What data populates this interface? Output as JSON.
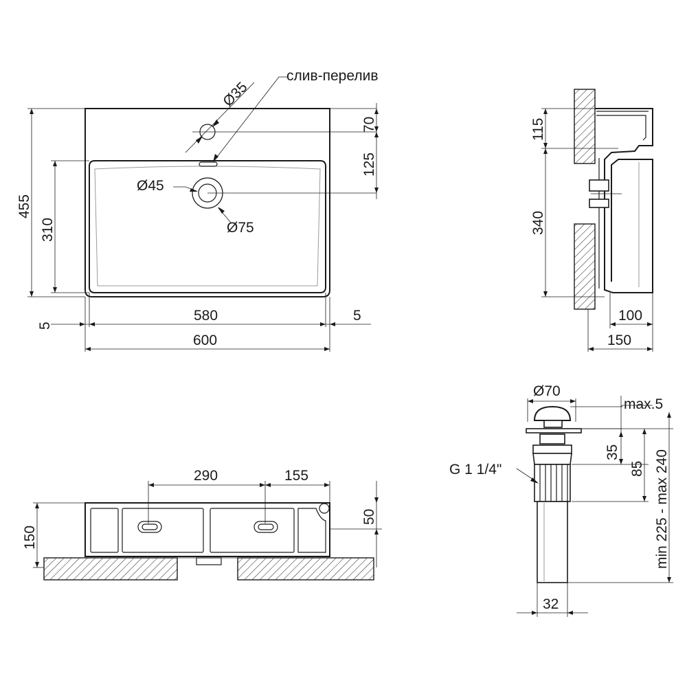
{
  "labels": {
    "drain_overflow": "слив-перелив",
    "tap_hole_diameter": "Ø35",
    "drain_diameter": "Ø45",
    "drain_outer_diameter": "Ø75",
    "thread": "G 1 1/4\"",
    "plug_diameter": "Ø70"
  },
  "dimensions": {
    "total_depth": "455",
    "bowl_depth": "310",
    "top_to_tap": "70",
    "tap_to_overflow": "125",
    "bowl_width": "580",
    "side_margin_left": "5",
    "side_margin_right": "5",
    "total_width": "600",
    "side_top": "115",
    "side_height": "340",
    "side_inner": "100",
    "side_total": "150",
    "bottom_mount_1": "290",
    "bottom_mount_2": "155",
    "bottom_height": "150",
    "bottom_rim": "50",
    "plug_max": "max.5",
    "plug_35": "35",
    "plug_85": "85",
    "plug_range": "min 225 - max 240",
    "pipe_diameter": "32"
  },
  "colors": {
    "line": "#1a1a1a",
    "background": "#ffffff",
    "inner_line": "#9a9a9a"
  }
}
